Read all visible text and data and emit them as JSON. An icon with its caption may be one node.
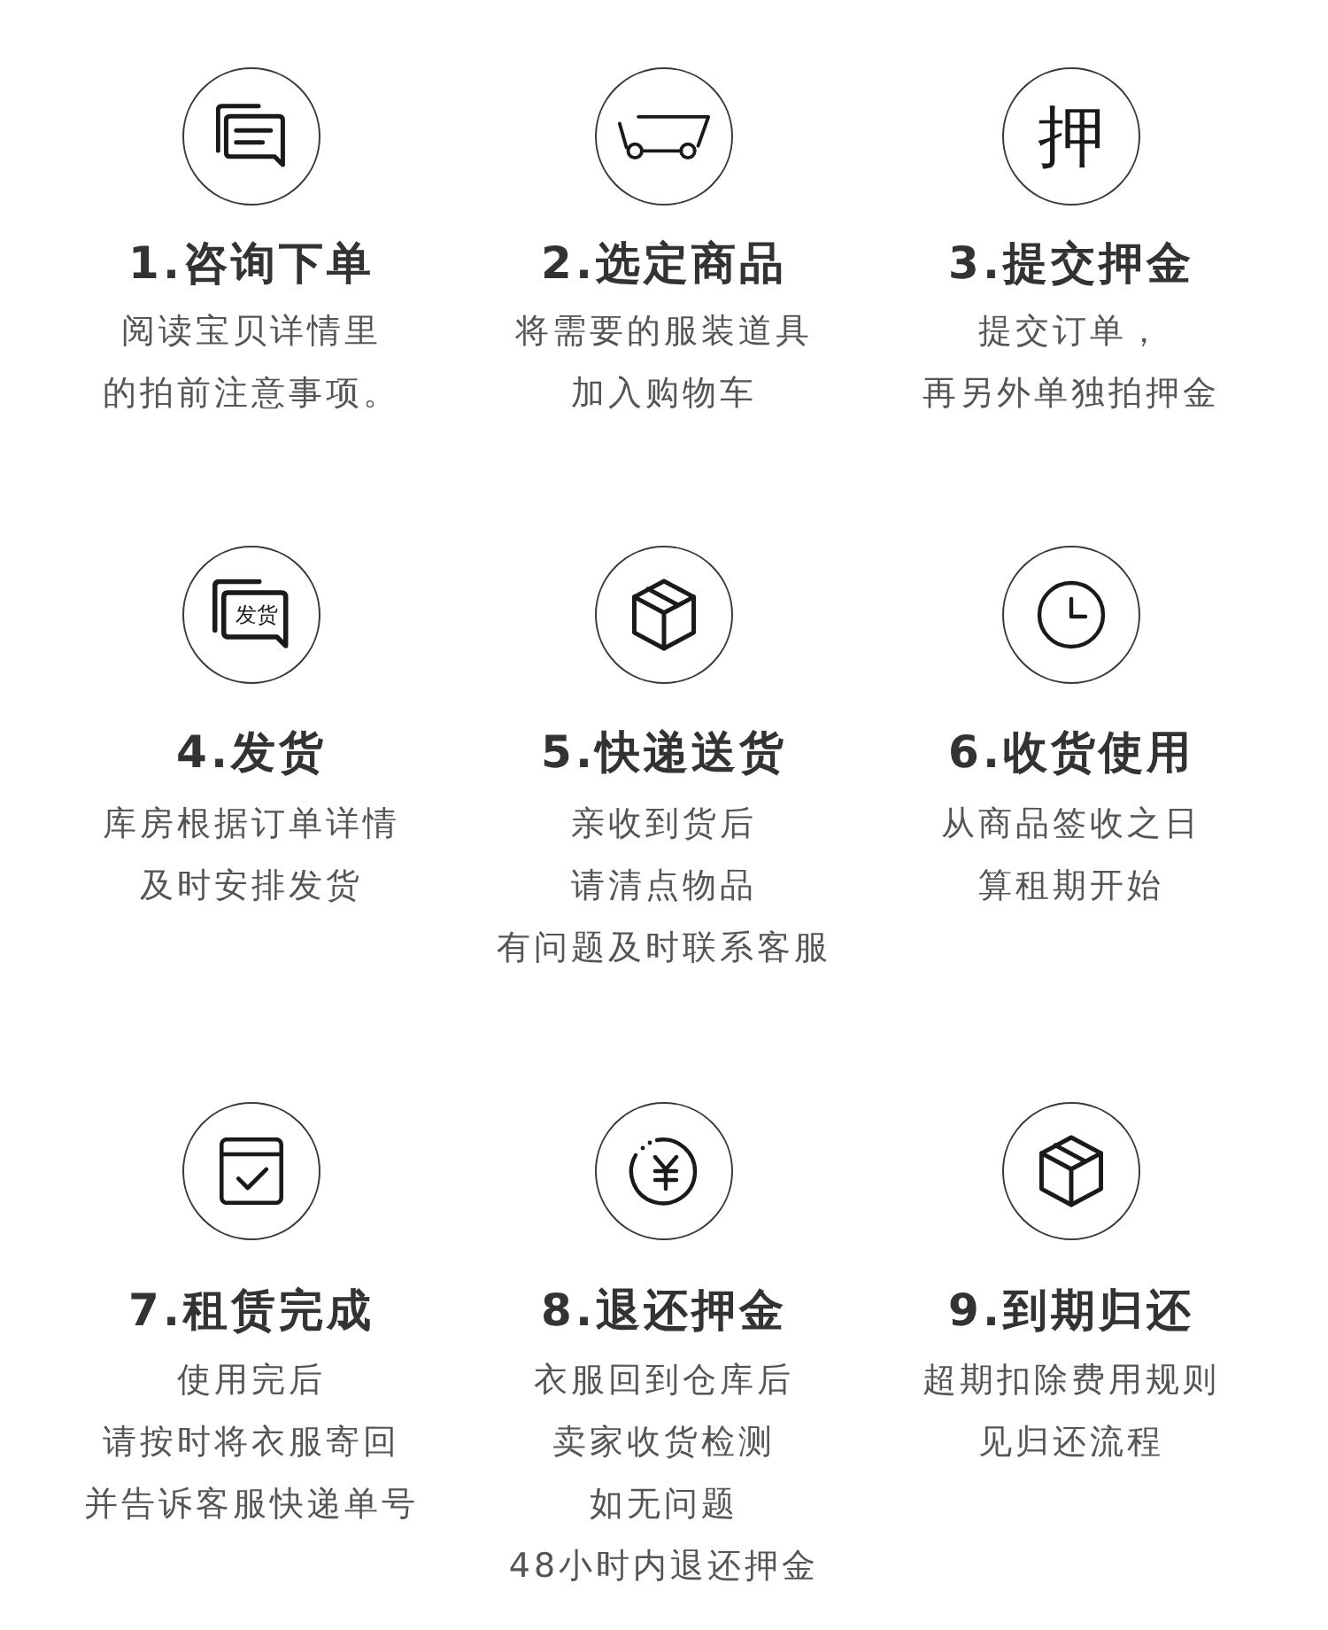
{
  "diagram": {
    "nodes": [
      {
        "text": [],
        "shape": "circle",
        "beside": [
          "1.咨询下单",
          "阅读宝贝详情里",
          "的拍前注意事项。"
        ]
      },
      {
        "text": [],
        "shape": "circle",
        "beside": [
          "2.选定商品",
          "将需要的服装道具",
          "加入购物车"
        ]
      },
      {
        "text": [
          "押"
        ],
        "beside": [
          "3.提交押金",
          "提交订单，",
          "再另外单独拍押金"
        ]
      },
      {
        "text": [
          "发货"
        ],
        "beside": [
          "4.发货",
          "库房根据订单详情",
          "及时安排发货"
        ]
      },
      {
        "text": [],
        "shape": "circle",
        "beside": [
          "5.快递送货",
          "亲收到货后",
          "请清点物品",
          "有问题及时联系客服"
        ]
      },
      {
        "text": [],
        "shape": "circle",
        "beside": [
          "6.收货使用",
          "从商品签收之日",
          "算租期开始"
        ]
      },
      {
        "text": [],
        "shape": "circle",
        "beside": [
          "7.租赁完成",
          "使用完后",
          "请按时将衣服寄回",
          "并告诉客服快递单号"
        ]
      },
      {
        "text": [],
        "shape": "circle",
        "beside": [
          "8.退还押金",
          "衣服回到仓库后",
          "卖家收货检测",
          "如无问题",
          "48小时内退还押金"
        ]
      },
      {
        "text": [],
        "shape": "circle",
        "beside": [
          "9.到期归还",
          "超期扣除费用规则",
          "见归还流程"
        ]
      }
    ]
  }
}
